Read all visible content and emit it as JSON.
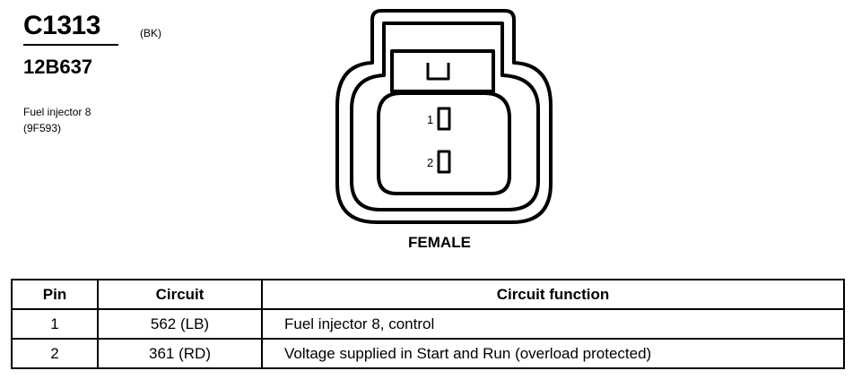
{
  "connector": {
    "id": "C1313",
    "color_code": "(BK)",
    "part_number": "12B637",
    "description_line1": "Fuel injector 8",
    "description_line2": "(9F593)"
  },
  "drawing": {
    "pins": [
      {
        "number": "1"
      },
      {
        "number": "2"
      }
    ],
    "view_label": "FEMALE"
  },
  "table": {
    "headers": {
      "pin": "Pin",
      "circuit": "Circuit",
      "function": "Circuit function"
    },
    "rows": [
      {
        "pin": "1",
        "circuit": "562 (LB)",
        "function": "Fuel injector 8, control"
      },
      {
        "pin": "2",
        "circuit": "361 (RD)",
        "function": "Voltage supplied in Start and Run (overload protected)"
      }
    ]
  }
}
